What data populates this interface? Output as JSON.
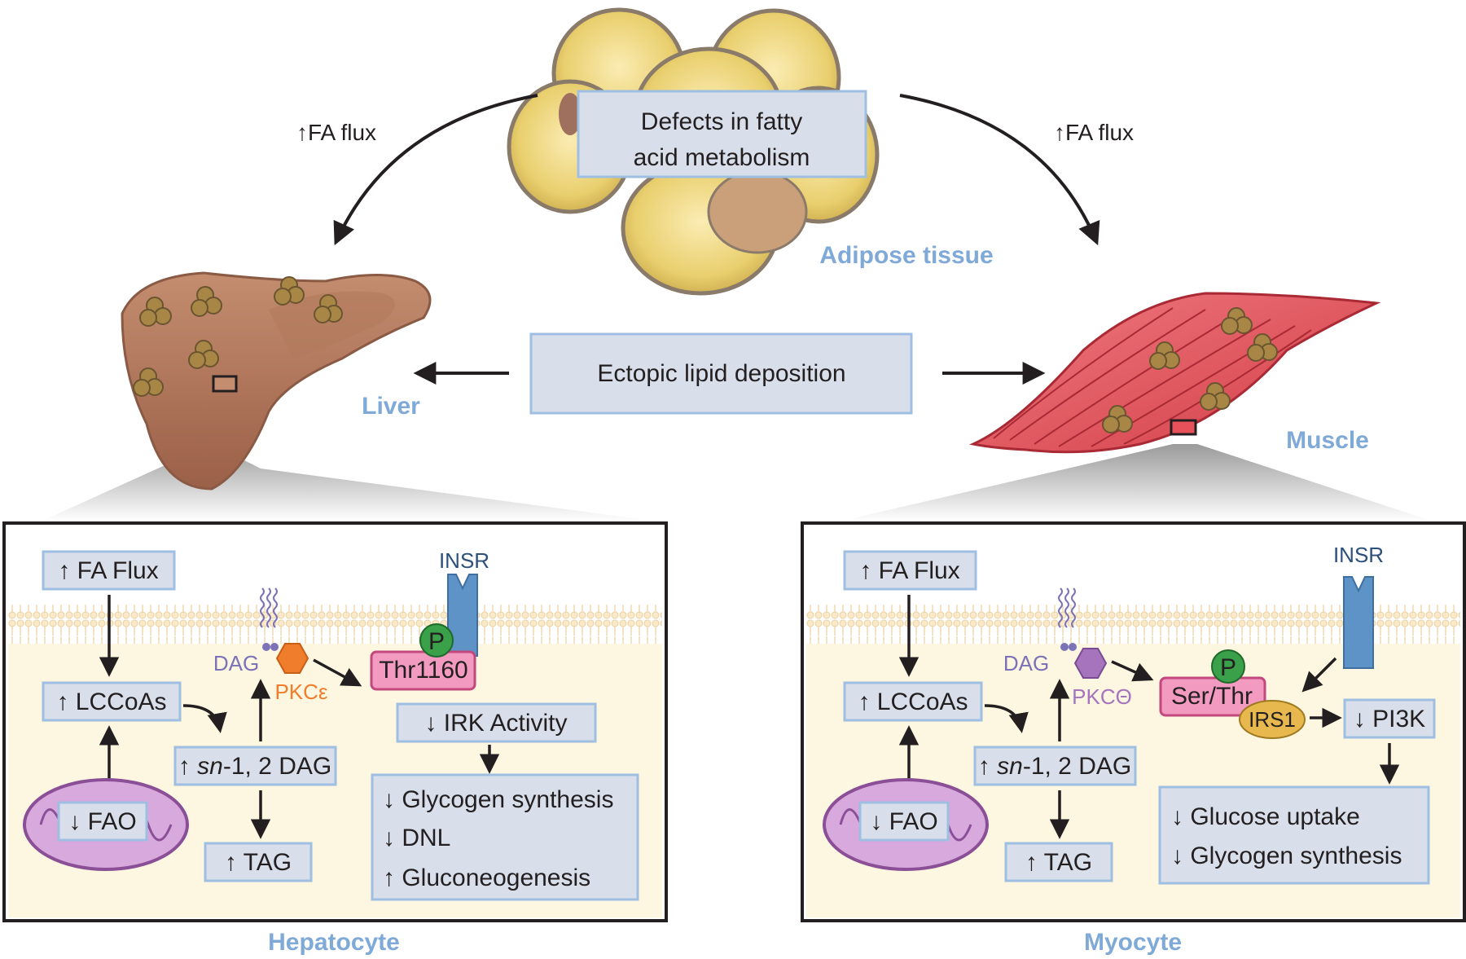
{
  "top": {
    "center_box": [
      "Defects in fatty",
      "acid metabolism"
    ],
    "adipose_label": "Adipose tissue",
    "left_flux": "↑FA flux",
    "right_flux": "↑FA flux",
    "ectopic_box": "Ectopic lipid deposition",
    "liver_label": "Liver",
    "muscle_label": "Muscle"
  },
  "hepatocyte": {
    "title": "Hepatocyte",
    "fa_flux": "↑ FA Flux",
    "lccoas": "↑ LCCoAs",
    "fao": "↓ FAO",
    "dag_box_arrow": "↑ ",
    "dag_box_italic": "sn",
    "dag_box_rest": "-1, 2 DAG",
    "tag": "↑ TAG",
    "dag": "DAG",
    "pkc": "PKCε",
    "insr": "INSR",
    "phospho": "P",
    "site": "Thr1160",
    "irk": "↓ IRK Activity",
    "outcomes": [
      "↓ Glycogen synthesis",
      "↓ DNL",
      "↑ Gluconeogenesis"
    ]
  },
  "myocyte": {
    "title": "Myocyte",
    "fa_flux": "↑ FA Flux",
    "lccoas": "↑ LCCoAs",
    "fao": "↓ FAO",
    "dag_box_arrow": "↑ ",
    "dag_box_italic": "sn",
    "dag_box_rest": "-1, 2 DAG",
    "tag": "↑ TAG",
    "dag": "DAG",
    "pkc": "PKCΘ",
    "insr": "INSR",
    "phospho": "P",
    "site": "Ser/Thr",
    "irs1": "IRS1",
    "pi3k": "↓ PI3K",
    "outcomes": [
      "↓ Glucose  uptake",
      "↓ Glycogen synthesis"
    ]
  },
  "colors": {
    "box_fill": "#d9dfea",
    "box_stroke": "#9fbfe2",
    "label_blue": "#7fa9d7",
    "pkc_eps": "#f07d2b",
    "pkc_theta": "#a574bd",
    "insr": "#5d93c6",
    "site_pink": "#f29ac0",
    "phospho_green": "#3aa04a",
    "irs1": "#e7b84d"
  }
}
